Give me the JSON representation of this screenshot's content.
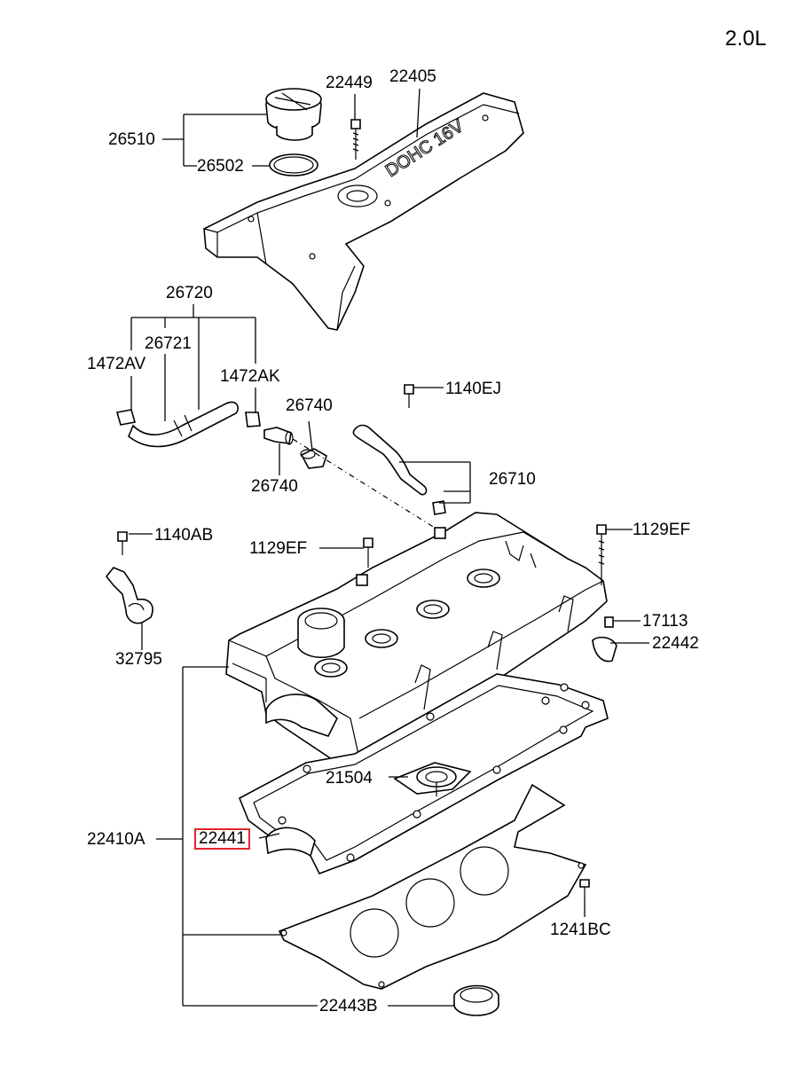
{
  "engine_variant": "2.0L",
  "cover_text": "DOHC 16V",
  "highlight_color": "#e0242b",
  "labels": {
    "p22449": "22449",
    "p22405": "22405",
    "p26510": "26510",
    "p26502": "26502",
    "p26720": "26720",
    "p26721": "26721",
    "p1472AV": "1472AV",
    "p1472AK": "1472AK",
    "p26740a": "26740",
    "p26740b": "26740",
    "p1140EJ": "1140EJ",
    "p26710": "26710",
    "p1140AB": "1140AB",
    "p1129EFa": "1129EF",
    "p1129EFb": "1129EF",
    "p17113": "17113",
    "p22442": "22442",
    "p32795": "32795",
    "p21504": "21504",
    "p22410A": "22410A",
    "p22441": "22441",
    "p1241BC": "1241BC",
    "p22443B": "22443B"
  }
}
